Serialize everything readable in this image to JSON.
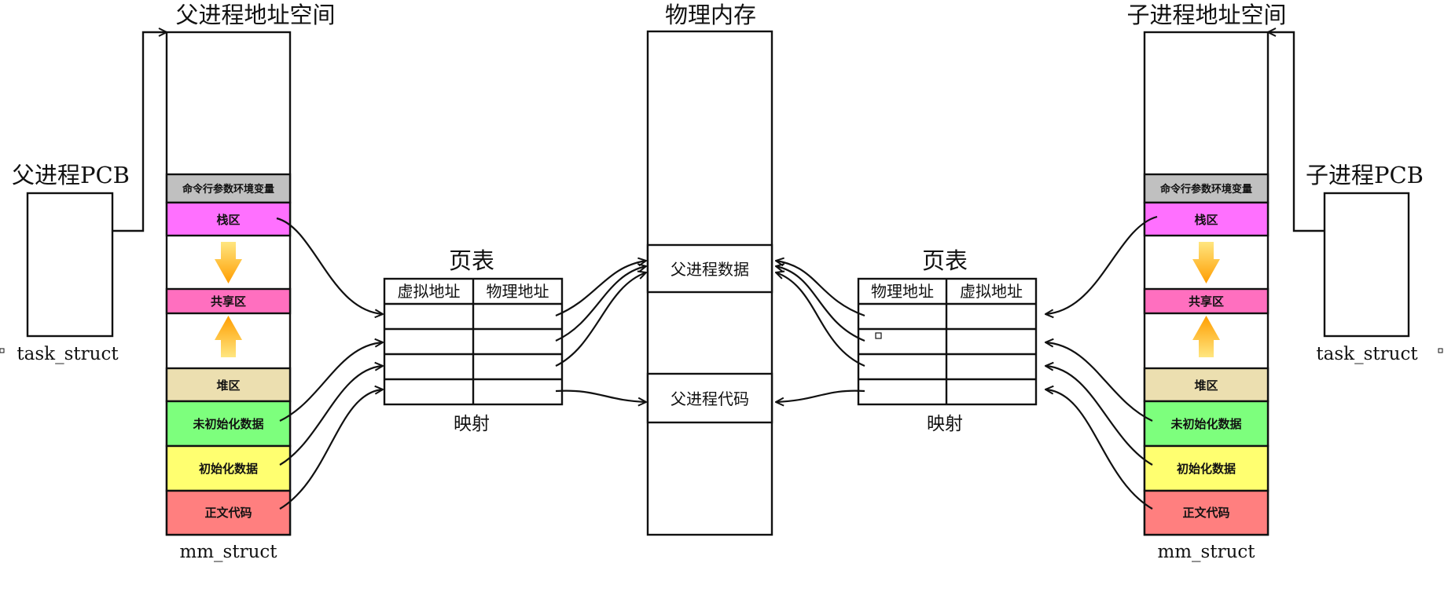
{
  "colors": {
    "cmd_env": "#c0c0c0",
    "stack": "#ff70ff",
    "shared": "#ff6fbf",
    "heap": "#ecdfb0",
    "bss": "#7dff7d",
    "data": "#ffff70",
    "text": "#ff7f7f",
    "growth_arrow": "#ffb800"
  },
  "parent": {
    "title": "父进程地址空间",
    "pcb_label": "父进程PCB",
    "task_struct": "task_struct",
    "mm_struct": "mm_struct",
    "segments": {
      "cmd_env": "命令行参数环境变量",
      "stack": "栈区",
      "shared": "共享区",
      "heap": "堆区",
      "bss": "未初始化数据",
      "data": "初始化数据",
      "text": "正文代码"
    }
  },
  "child": {
    "title": "子进程地址空间",
    "pcb_label": "子进程PCB",
    "task_struct": "task_struct",
    "mm_struct": "mm_struct",
    "segments": {
      "cmd_env": "命令行参数环境变量",
      "stack": "栈区",
      "shared": "共享区",
      "heap": "堆区",
      "bss": "未初始化数据",
      "data": "初始化数据",
      "text": "正文代码"
    }
  },
  "physical": {
    "title": "物理内存",
    "parent_data": "父进程数据",
    "parent_code": "父进程代码"
  },
  "page_table_left": {
    "title": "页表",
    "col1": "虚拟地址",
    "col2": "物理地址",
    "caption": "映射"
  },
  "page_table_right": {
    "title": "页表",
    "col1": "物理地址",
    "col2": "虚拟地址",
    "caption": "映射"
  }
}
